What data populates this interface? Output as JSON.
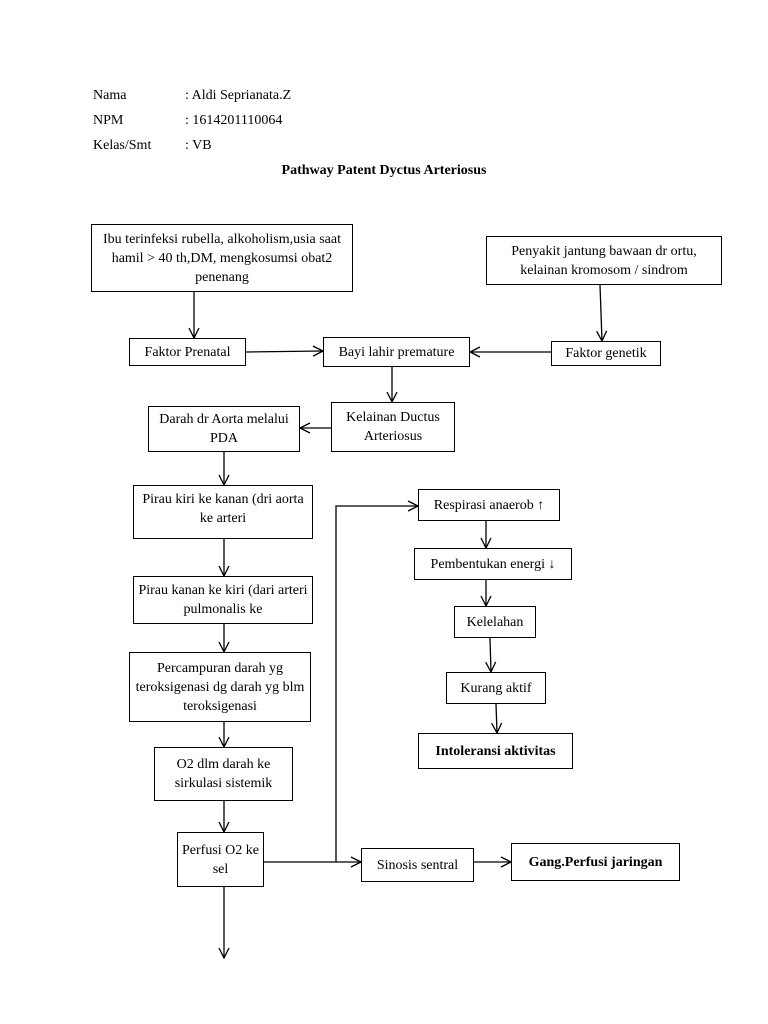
{
  "header": {
    "name_label": "Nama",
    "name_value": ": Aldi Seprianata.Z",
    "npm_label": "NPM",
    "npm_value": ": 1614201110064",
    "class_label": "Kelas/Smt",
    "class_value": ": VB"
  },
  "title": "Pathway Patent Dyctus Arteriosus",
  "nodes": {
    "ibu": "Ibu terinfeksi rubella, alkoholism,usia saat hamil > 40 th,DM, mengkosumsi obat2 penenang",
    "penyakit": "Penyakit jantung bawaan dr ortu, kelainan kromosom / sindrom",
    "faktor_prenatal": "Faktor Prenatal",
    "bayi": "Bayi lahir premature",
    "faktor_genetik": "Faktor genetik",
    "darah_aorta": "Darah dr Aorta melalui PDA",
    "kelainan": "Kelainan Ductus Arteriosus",
    "pirau_kiri": "Pirau kiri ke kanan (dri aorta ke arteri",
    "pirau_kanan": "Pirau kanan ke kiri (dari arteri pulmonalis ke",
    "percampuran": "Percampuran darah yg teroksigenasi dg darah yg blm teroksigenasi",
    "o2_darah": "O2 dlm darah ke sirkulasi sistemik",
    "perfusi": "Perfusi O2 ke sel",
    "respirasi": "Respirasi anaerob ↑",
    "pembentukan": "Pembentukan energi ↓",
    "kelelahan": "Kelelahan",
    "kurang_aktif": "Kurang aktif",
    "intoleransi": "Intoleransi aktivitas",
    "sinosis": "Sinosis sentral",
    "gang_perfusi": "Gang.Perfusi jaringan"
  }
}
